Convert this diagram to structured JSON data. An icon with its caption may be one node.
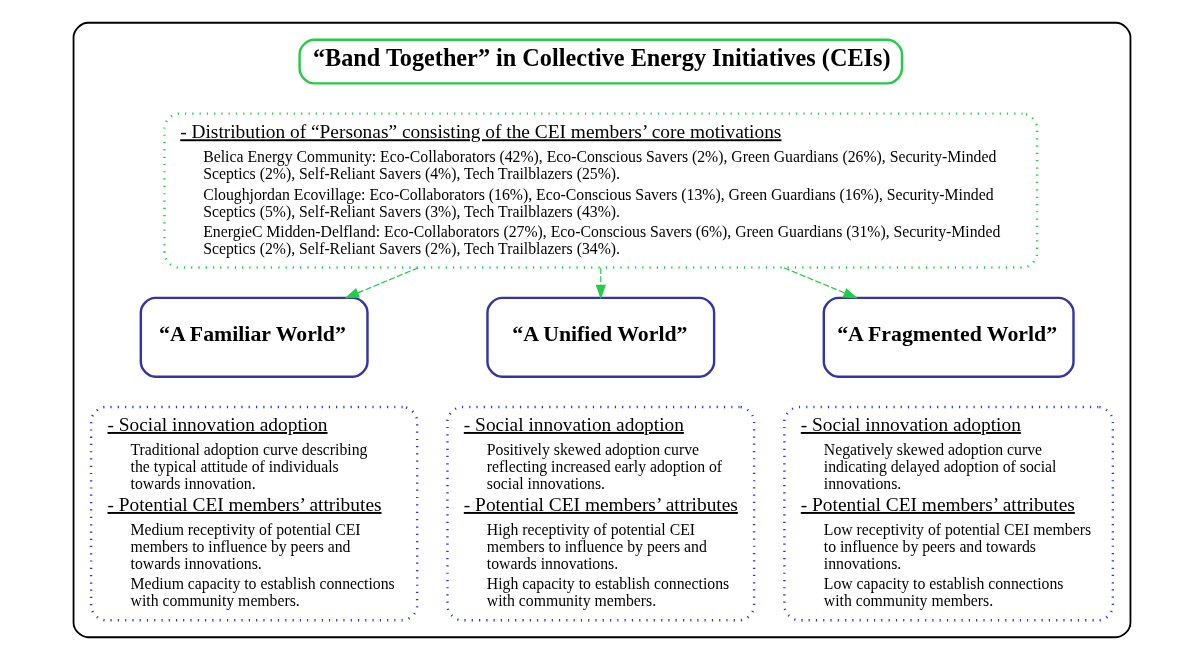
{
  "diagram": {
    "nodes": [
      {
        "text": [],
        "shape": "box"
      },
      {
        "text": [
          "“Band Together” in Collective Energy Initiatives (CEIs)"
        ],
        "in": 0
      },
      {
        "text": [
          "- Distribution of “Personas” consisting of the CEI members’ core motivations",
          "Belica Energy Community: Eco-Collaborators (42%), Eco-Conscious Savers (2%), Green Guardians (26%), Security-Minded Sceptics (2%), Self-Reliant Savers (4%), Tech Trailblazers (25%).",
          "Cloughjordan Ecovillage: Eco-Collaborators (16%), Eco-Conscious Savers (13%), Green Guardians (16%), Security-Minded Sceptics (5%), Self-Reliant Savers (3%), Tech Trailblazers (43%).",
          "EnergieC Midden-Delfland: Eco-Collaborators (27%), Eco-Conscious Savers (6%), Green Guardians (31%), Security-Minded Sceptics (2%), Self-Reliant Savers (2%), Tech Trailblazers (34%)."
        ],
        "in": 0
      },
      {
        "text": [
          "“A Familiar World”"
        ],
        "in": 0
      },
      {
        "text": [
          "“A Unified World”"
        ],
        "in": 0
      },
      {
        "text": [
          "“A Fragmented World”"
        ],
        "in": 0
      },
      {
        "text": [
          "- Social innovation adoption",
          "Traditional adoption curve describing the typical attitude of individuals towards innovation.",
          "- Potential CEI members’ attributes",
          "Medium receptivity of potential CEI members to influence by peers and towards innovations.",
          "Medium capacity to establish connections with community members."
        ],
        "in": 0
      },
      {
        "text": [
          "- Social innovation adoption",
          "Positively skewed adoption curve reflecting increased early adoption of social innovations.",
          "- Potential CEI members’ attributes",
          "High receptivity of potential CEI members to influence by peers and towards innovations.",
          "High capacity to establish connections with community members."
        ],
        "in": 0
      },
      {
        "text": [
          "- Social innovation adoption",
          "Negatively skewed adoption curve indicating delayed adoption of social innovations.",
          "- Potential CEI members’ attributes",
          "Low receptivity of potential CEI members to influence by peers and towards innovations.",
          "Low capacity to establish connections with community members."
        ],
        "in": 0
      }
    ],
    "edges": [
      {
        "from": 2,
        "to": 3,
        "arrow": "to",
        "style": "dashed"
      },
      {
        "from": 2,
        "to": 4,
        "arrow": "to",
        "style": "dashed"
      },
      {
        "from": 2,
        "to": 5,
        "arrow": "to",
        "style": "dashed"
      }
    ]
  }
}
